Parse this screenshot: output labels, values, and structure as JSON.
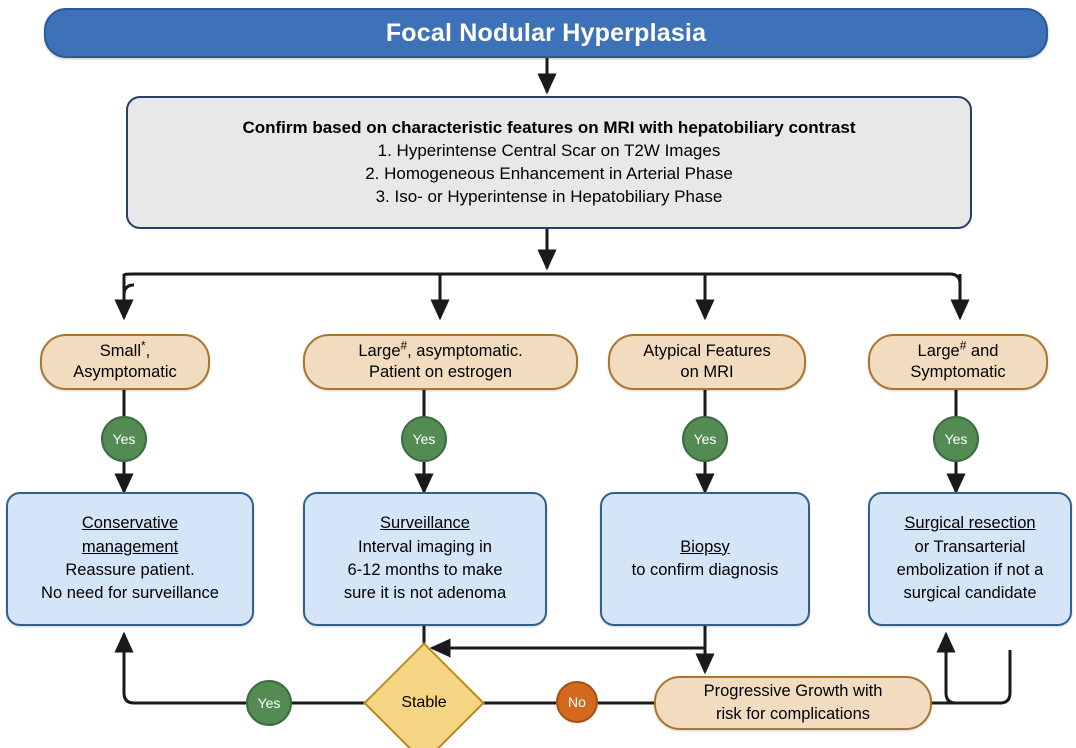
{
  "header": {
    "title": "Focal Nodular Hyperplasia",
    "bg_color": "#3D72B8",
    "text_color": "#FFFFFF"
  },
  "confirm": {
    "title": "Confirm based on characteristic features on MRI with hepatobiliary contrast",
    "items": [
      "1. Hyperintense Central Scar on T2W Images",
      "2. Homogeneous Enhancement in Arterial Phase",
      "3. Iso- or Hyperintense in Hepatobiliary Phase"
    ],
    "bg_color": "#E8E8E8",
    "border_color": "#2B3C66"
  },
  "criteria": [
    {
      "line1": "Small*,",
      "line2": "Asymptomatic"
    },
    {
      "line1": "Large#, asymptomatic.",
      "line2": "Patient on estrogen"
    },
    {
      "line1": "Atypical Features",
      "line2": "on MRI"
    },
    {
      "line1": "Large# and",
      "line2": "Symptomatic"
    }
  ],
  "criteria_style": {
    "bg_color": "#F2DCC0",
    "border_color": "#A9752F"
  },
  "yes_badges": [
    {
      "label": "Yes"
    },
    {
      "label": "Yes"
    },
    {
      "label": "Yes"
    },
    {
      "label": "Yes"
    }
  ],
  "actions": [
    {
      "heading": "Conservative",
      "heading2": "management",
      "lines": [
        "Reassure patient.",
        "No need for surveillance"
      ]
    },
    {
      "heading": "Surveillance",
      "heading2": "",
      "lines": [
        "Interval imaging in",
        "6-12 months to make",
        "sure it is not adenoma"
      ]
    },
    {
      "heading": "Biopsy",
      "heading2": "",
      "lines": [
        "to confirm diagnosis"
      ]
    },
    {
      "heading": "Surgical resection",
      "heading2": "",
      "lines": [
        "or Transarterial",
        "embolization if not a",
        "surgical candidate"
      ]
    }
  ],
  "actions_style": {
    "bg_color": "#D4E5F7",
    "border_color": "#31608F"
  },
  "bottom": {
    "yes_label": "Yes",
    "yes_color": "#538B53",
    "stable_label": "Stable",
    "stable_color": "#F5D483",
    "no_label": "No",
    "no_color": "#D2691E",
    "outcome_line1": "Progressive Growth with",
    "outcome_line2": "risk for complications",
    "outcome_color": "#F2DCC0"
  },
  "connectors": {
    "color": "#1A1A1A",
    "width": 3
  }
}
